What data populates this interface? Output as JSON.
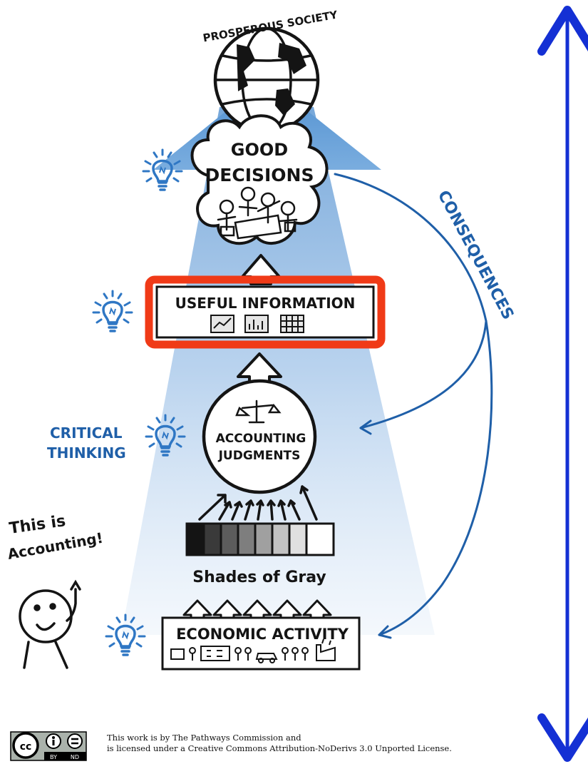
{
  "globe": {
    "label": "PROSPEROUS SOCIETY"
  },
  "decisions": {
    "line1": "GOOD",
    "line2": "DECISIONS"
  },
  "info": {
    "label": "USEFUL INFORMATION"
  },
  "judgments": {
    "line1": "ACCOUNTING",
    "line2": "JUDGMENTS"
  },
  "critical": {
    "line1": "CRITICAL",
    "line2": "THINKING"
  },
  "shades": {
    "label": "Shades of Gray"
  },
  "economic": {
    "label": "ECONOMIC ACTIVITY"
  },
  "consequences": {
    "label": "CONSEQUENCES"
  },
  "speech": {
    "line1": "This is",
    "line2": "Accounting!"
  },
  "license": {
    "badge_by": "BY",
    "badge_nd": "ND",
    "line1": "This work is by The Pathways Commission and",
    "line2": "is licensed under a Creative Commons Attribution-NoDerivs 3.0 Unported License."
  },
  "colors": {
    "funnel_blue": "#6fa3d8",
    "arrow_blue": "#1430d4",
    "curve_blue": "#1f5fa8",
    "highlight_red": "#f03a17",
    "bulb_blue": "#2f77c4"
  }
}
